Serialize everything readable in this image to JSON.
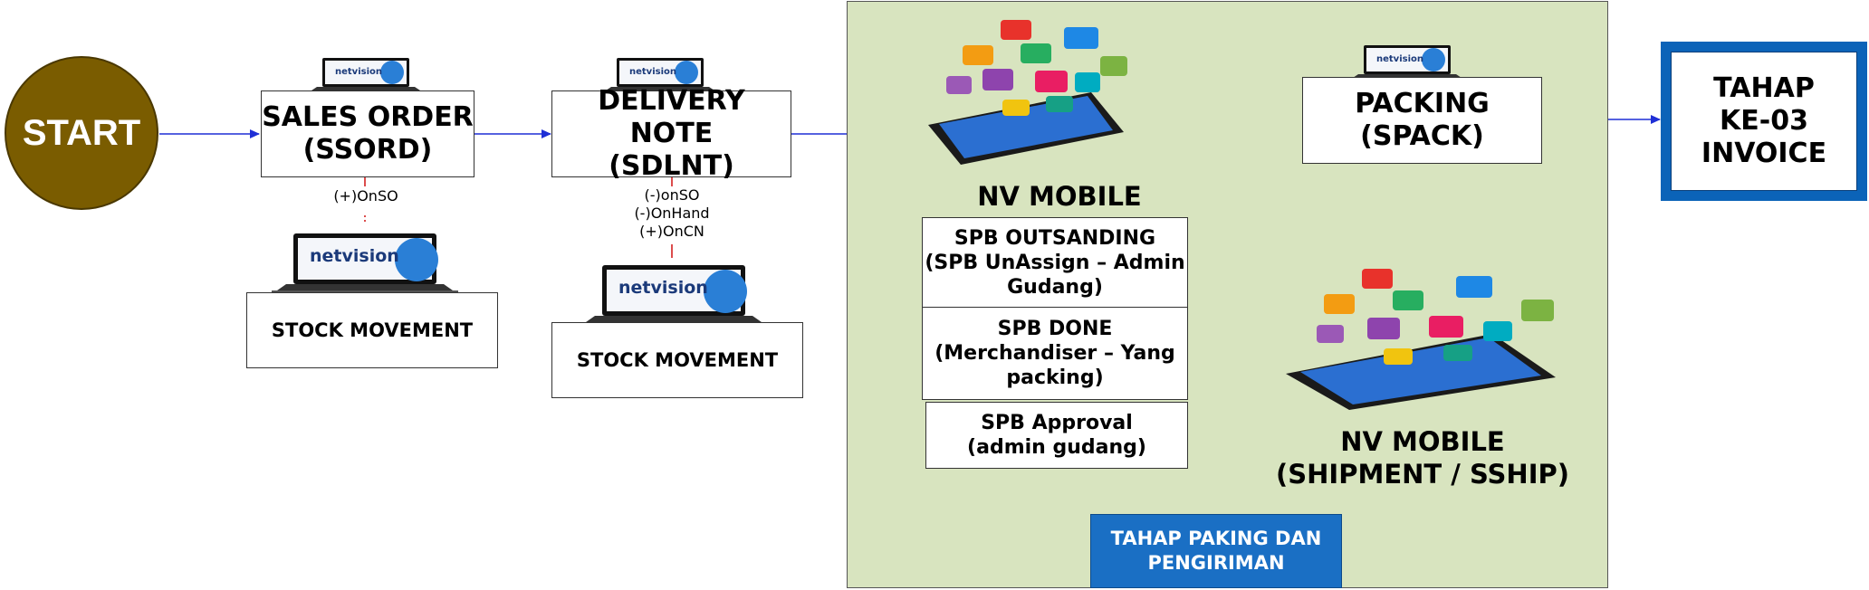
{
  "start": "START",
  "sales_order": {
    "line1": "SALES ORDER",
    "line2": "(SSORD)"
  },
  "delivery_note": {
    "line1": "DELIVERY NOTE",
    "line2": "(SDLNT)"
  },
  "so_effects": [
    "(+)OnSO"
  ],
  "dn_effects": [
    "(-)onSO",
    "(-)OnHand",
    "(+)OnCN"
  ],
  "stock_movement_1": "STOCK MOVEMENT",
  "stock_movement_2": "STOCK MOVEMENT",
  "nv_mobile": "NV MOBILE",
  "spb_outstanding": {
    "line1": "SPB OUTSANDING",
    "line2": "(SPB UnAssign – Admin",
    "line3": "Gudang)"
  },
  "spb_done": {
    "line1": "SPB DONE",
    "line2": "(Merchandiser – Yang",
    "line3": "packing)"
  },
  "spb_approval": {
    "line1": "SPB Approval",
    "line2": "(admin gudang)"
  },
  "packing": {
    "line1": "PACKING",
    "line2": "(SPACK)"
  },
  "nv_mobile_shipment": {
    "line1": "NV MOBILE",
    "line2": "(SHIPMENT / SSHIP)"
  },
  "stage_label": {
    "line1": "TAHAP PAKING DAN",
    "line2": "PENGIRIMAN"
  },
  "invoice": {
    "line1": "TAHAP",
    "line2": "KE-03",
    "line3": "INVOICE"
  },
  "logo_text": "netvision",
  "logo_url": "http://www.",
  "colors": {
    "start_fill": "#7a5c00",
    "panel_fill": "#d8e4bf",
    "arrow": "#1f2fd6",
    "stage_label_fill": "#1a6fc4",
    "invoice_border": "#0b63b8",
    "dash": "#d42020"
  }
}
